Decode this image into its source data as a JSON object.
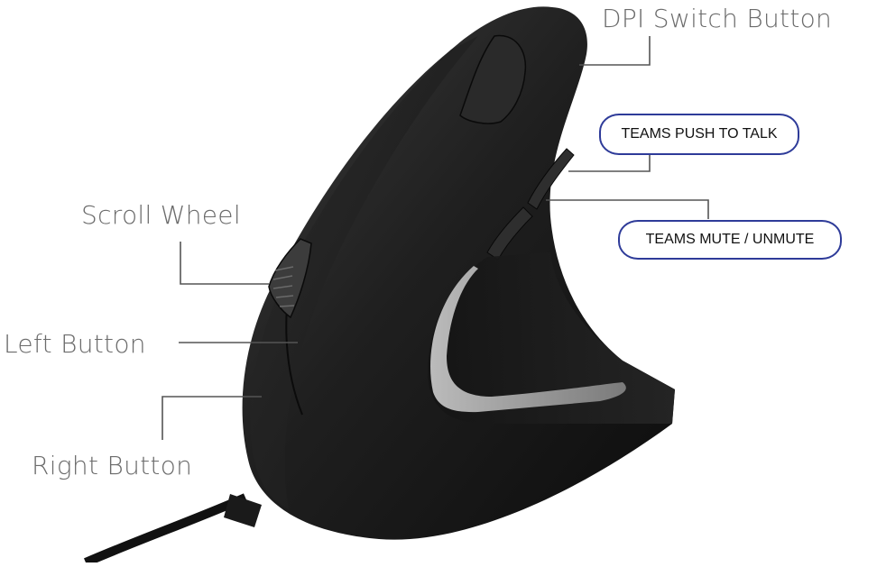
{
  "labels": {
    "dpi_switch": "DPI Switch Button",
    "scroll_wheel": "Scroll Wheel",
    "left_button": "Left Button",
    "right_button": "Right Button"
  },
  "callouts": {
    "push_to_talk": "TEAMS PUSH TO TALK",
    "mute_unmute": "TEAMS MUTE / UNMUTE"
  },
  "colors": {
    "label_text": "#6b6b6b",
    "leader_line": "#555555",
    "callout_border": "#2e3b99",
    "mouse_body": "#1c1c1c"
  }
}
